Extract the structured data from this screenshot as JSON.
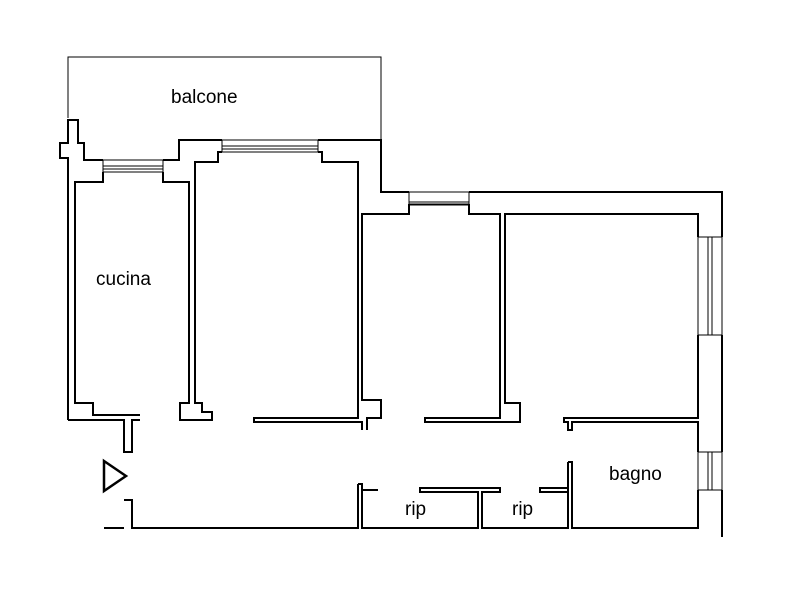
{
  "rooms": {
    "balcony": "balcone",
    "kitchen": "cucina",
    "bathroom": "bagno",
    "storage_1": "rip",
    "storage_2": "rip"
  },
  "entrance_marker": "entrance-arrow",
  "colors": {
    "line": "#000000",
    "background": "#ffffff"
  }
}
